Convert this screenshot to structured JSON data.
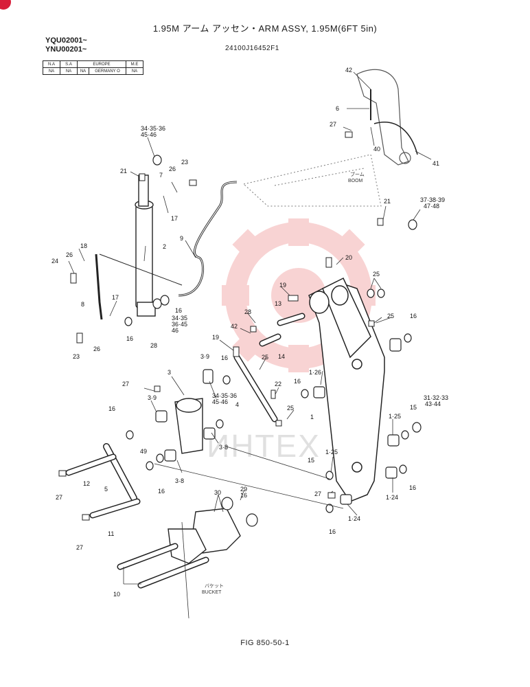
{
  "header": {
    "title": "1.95M アーム アッセン・ARM ASSY, 1.95M(6FT 5in)",
    "serial_1": "YQU02001~",
    "serial_2": "YNU00201~",
    "part_number": "24100J16452F1"
  },
  "region_table": {
    "headers": [
      "N.A",
      "S.A",
      "EUROPE",
      "M.E"
    ],
    "values": [
      "NA",
      "NA",
      "NA",
      "GERMANY O",
      "NA"
    ]
  },
  "references": {
    "boom_jp": "ブーム",
    "boom": "BOOM",
    "bucket_jp": "バケット",
    "bucket": "BUCKET"
  },
  "watermark": "ИНТЕХ",
  "figure_label": "FIG 850-50-1",
  "callouts": [
    "42",
    "6",
    "27",
    "40",
    "41",
    "34·35·36",
    "45·46",
    "21",
    "23",
    "26",
    "7",
    "17",
    "9",
    "21",
    "37·38·39",
    "47·48",
    "18",
    "26",
    "24",
    "2",
    "20",
    "17",
    "8",
    "16",
    "19",
    "13",
    "34·35",
    "36·45",
    "46",
    "28",
    "16",
    "28",
    "42",
    "25",
    "25",
    "16",
    "23",
    "26",
    "19",
    "14",
    "3·9",
    "16",
    "25",
    "1·26",
    "27",
    "3",
    "22",
    "34·35·36",
    "45·46",
    "4",
    "16",
    "3·9",
    "16",
    "25",
    "1",
    "31·32·33",
    "43·44",
    "15",
    "1·25",
    "3·8",
    "49",
    "12",
    "5",
    "16",
    "3·8",
    "15",
    "1·25",
    "27",
    "16",
    "27",
    "30",
    "29",
    "16",
    "1·24",
    "11",
    "16",
    "1·24",
    "27",
    "10"
  ]
}
